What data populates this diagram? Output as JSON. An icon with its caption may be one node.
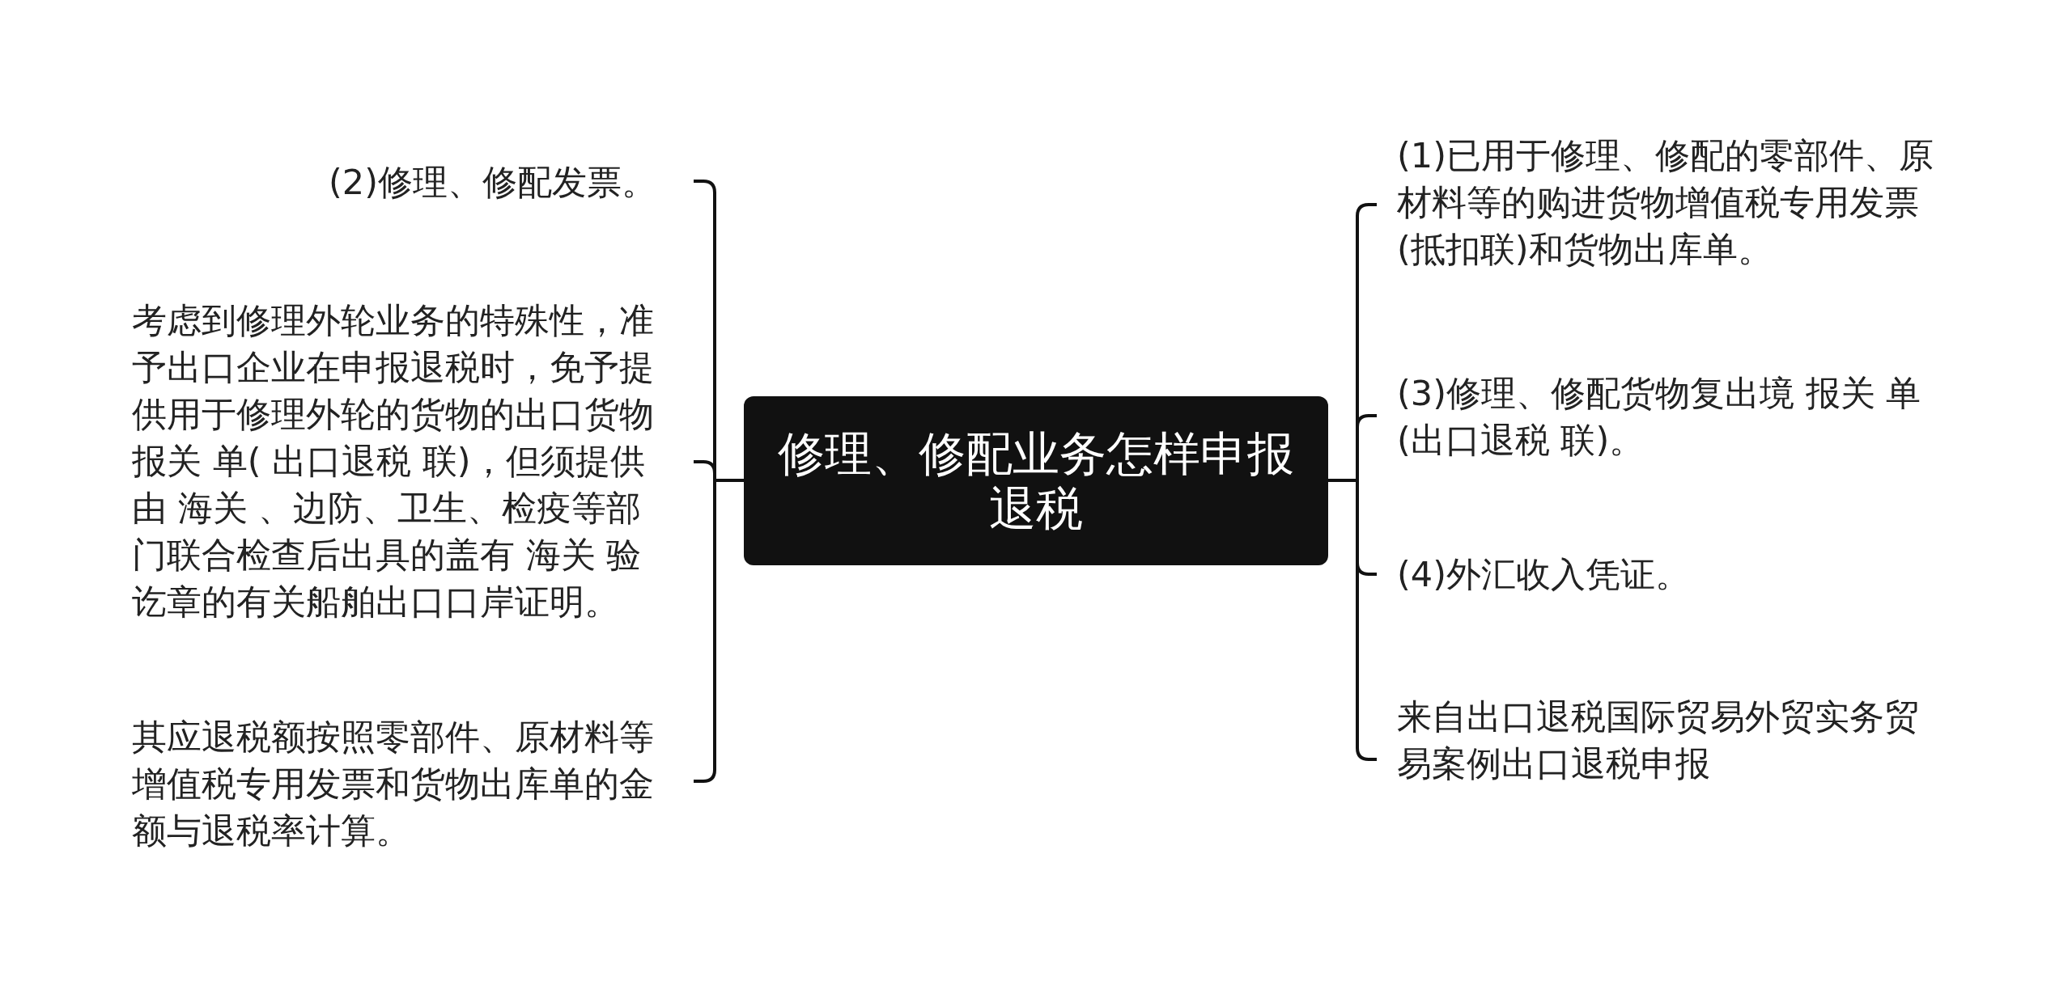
{
  "diagram": {
    "nodes": [
      {
        "text": [
          "修理、修配业务怎样申报退税"
        ]
      },
      {
        "text": [
          "(2)修理、修配发票。"
        ]
      },
      {
        "text": [
          "考虑到修理外轮业务的特殊性，准予出口企业在申报退税时，免予提供用于修理外轮的货物的出口货物报关 单( 出口退税 联)，但须提供由 海关 、边防、卫生、检疫等部门联合检查后出具的盖有 海关 验讫章的有关船舶出口口岸证明。"
        ]
      },
      {
        "text": [
          "其应退税额按照零部件、原材料等增值税专用发票和货物出库单的金额与退税率计算。"
        ]
      },
      {
        "text": [
          "(1)已用于修理、修配的零部件、原材料等的购进货物增值税专用发票(抵扣联)和货物出库单。"
        ]
      },
      {
        "text": [
          "(3)修理、修配货物复出境 报关 单(出口退税 联)。"
        ]
      },
      {
        "text": [
          "(4)外汇收入凭证。"
        ]
      },
      {
        "text": [
          "来自出口退税国际贸易外贸实务贸易案例出口退税申报"
        ]
      }
    ],
    "edges": [
      {
        "from": 0,
        "to": 1,
        "arrow": "none"
      },
      {
        "from": 0,
        "to": 2,
        "arrow": "none"
      },
      {
        "from": 0,
        "to": 3,
        "arrow": "none"
      },
      {
        "from": 0,
        "to": 4,
        "arrow": "none"
      },
      {
        "from": 0,
        "to": 5,
        "arrow": "none"
      },
      {
        "from": 0,
        "to": 6,
        "arrow": "none"
      },
      {
        "from": 0,
        "to": 7,
        "arrow": "none"
      }
    ]
  }
}
